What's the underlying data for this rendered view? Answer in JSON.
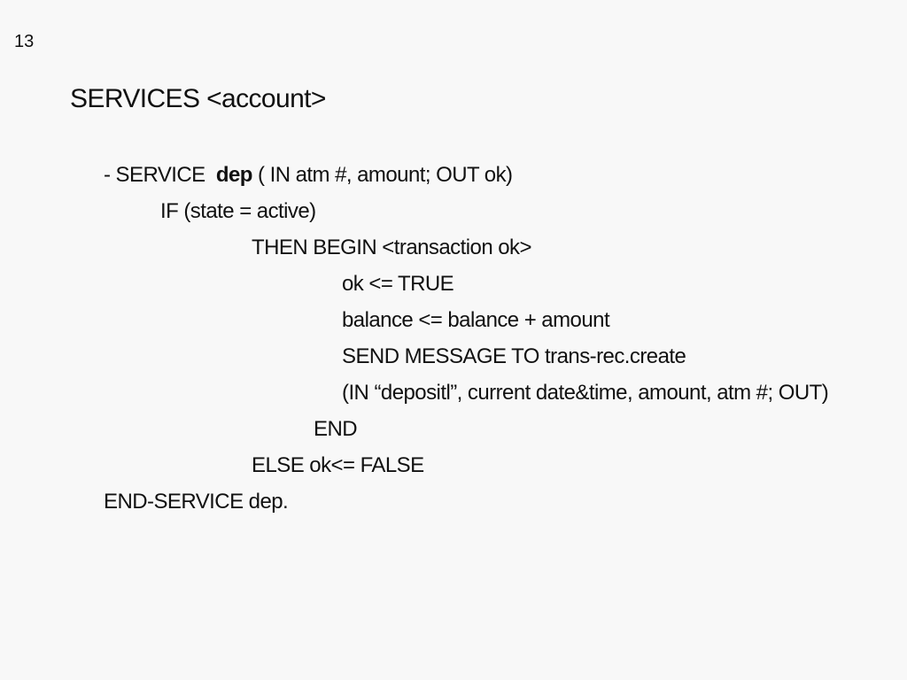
{
  "slide": {
    "page_number": "13",
    "title": "SERVICES <account>",
    "lines": [
      {
        "text": "- SERVICE  "
      },
      {
        "text": "IF (state = active)"
      },
      {
        "text": "THEN BEGIN <transaction ok>"
      },
      {
        "text": "ok <= TRUE"
      },
      {
        "text": "balance <= balance + amount"
      },
      {
        "text": "SEND MESSAGE TO trans-rec.create"
      },
      {
        "text": "(IN “depositl”, current date&time, amount, atm #; OUT)"
      },
      {
        "text": "END"
      },
      {
        "text": "ELSE ok<= FALSE"
      },
      {
        "text": "END-SERVICE dep."
      }
    ],
    "service_name": "dep",
    "service_params": " ( IN atm #, amount; OUT ok)"
  }
}
